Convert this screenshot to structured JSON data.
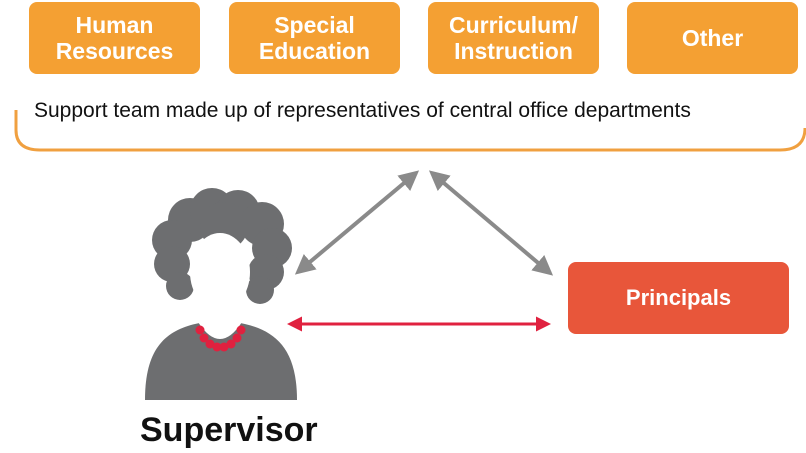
{
  "departments": [
    {
      "label": "Human\nResources"
    },
    {
      "label": "Special\nEducation"
    },
    {
      "label": "Curriculum/\nInstruction"
    },
    {
      "label": "Other"
    }
  ],
  "support_team_caption": "Support team made up of representatives of central office departments",
  "principals_label": "Principals",
  "supervisor_label": "Supervisor",
  "colors": {
    "department_box": "#F4A033",
    "principals_box": "#E8563A",
    "bracket": "#F0A040",
    "gray_arrow": "#8A8A8A",
    "red_arrow": "#E0213F",
    "person": "#6D6E70",
    "necklace": "#E0213F"
  },
  "icons": {
    "supervisor": "person-silhouette-icon"
  }
}
